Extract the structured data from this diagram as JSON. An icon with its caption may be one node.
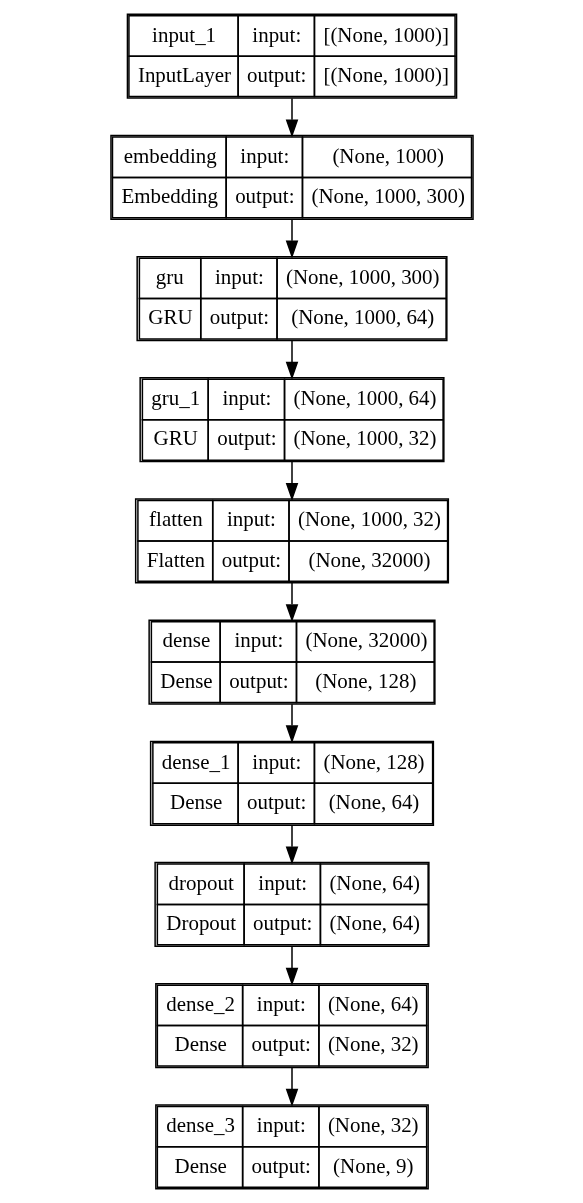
{
  "diagram": {
    "nodes": [
      {
        "text": [
          "input_1",
          "input:",
          "[(None, 1000)]",
          "InputLayer",
          "output:",
          "[(None, 1000)]"
        ]
      },
      {
        "text": [
          "embedding",
          "input:",
          "(None, 1000)",
          "Embedding",
          "output:",
          "(None, 1000, 300)"
        ]
      },
      {
        "text": [
          "gru",
          "input:",
          "(None, 1000, 300)",
          "GRU",
          "output:",
          "(None, 1000, 64)"
        ]
      },
      {
        "text": [
          "gru_1",
          "input:",
          "(None, 1000, 64)",
          "GRU",
          "output:",
          "(None, 1000, 32)"
        ]
      },
      {
        "text": [
          "flatten",
          "input:",
          "(None, 1000, 32)",
          "Flatten",
          "output:",
          "(None, 32000)"
        ]
      },
      {
        "text": [
          "dense",
          "input:",
          "(None, 32000)",
          "Dense",
          "output:",
          "(None, 128)"
        ]
      },
      {
        "text": [
          "dense_1",
          "input:",
          "(None, 128)",
          "Dense",
          "output:",
          "(None, 64)"
        ]
      },
      {
        "text": [
          "dropout",
          "input:",
          "(None, 64)",
          "Dropout",
          "output:",
          "(None, 64)"
        ]
      },
      {
        "text": [
          "dense_2",
          "input:",
          "(None, 64)",
          "Dense",
          "output:",
          "(None, 32)"
        ]
      },
      {
        "text": [
          "dense_3",
          "input:",
          "(None, 32)",
          "Dense",
          "output:",
          "(None, 9)"
        ]
      }
    ],
    "edges": [
      {
        "from": 0,
        "to": 1,
        "arrow": "to"
      },
      {
        "from": 1,
        "to": 2,
        "arrow": "to"
      },
      {
        "from": 2,
        "to": 3,
        "arrow": "to"
      },
      {
        "from": 3,
        "to": 4,
        "arrow": "to"
      },
      {
        "from": 4,
        "to": 5,
        "arrow": "to"
      },
      {
        "from": 5,
        "to": 6,
        "arrow": "to"
      },
      {
        "from": 6,
        "to": 7,
        "arrow": "to"
      },
      {
        "from": 7,
        "to": 8,
        "arrow": "to"
      },
      {
        "from": 8,
        "to": 9,
        "arrow": "to"
      }
    ]
  }
}
